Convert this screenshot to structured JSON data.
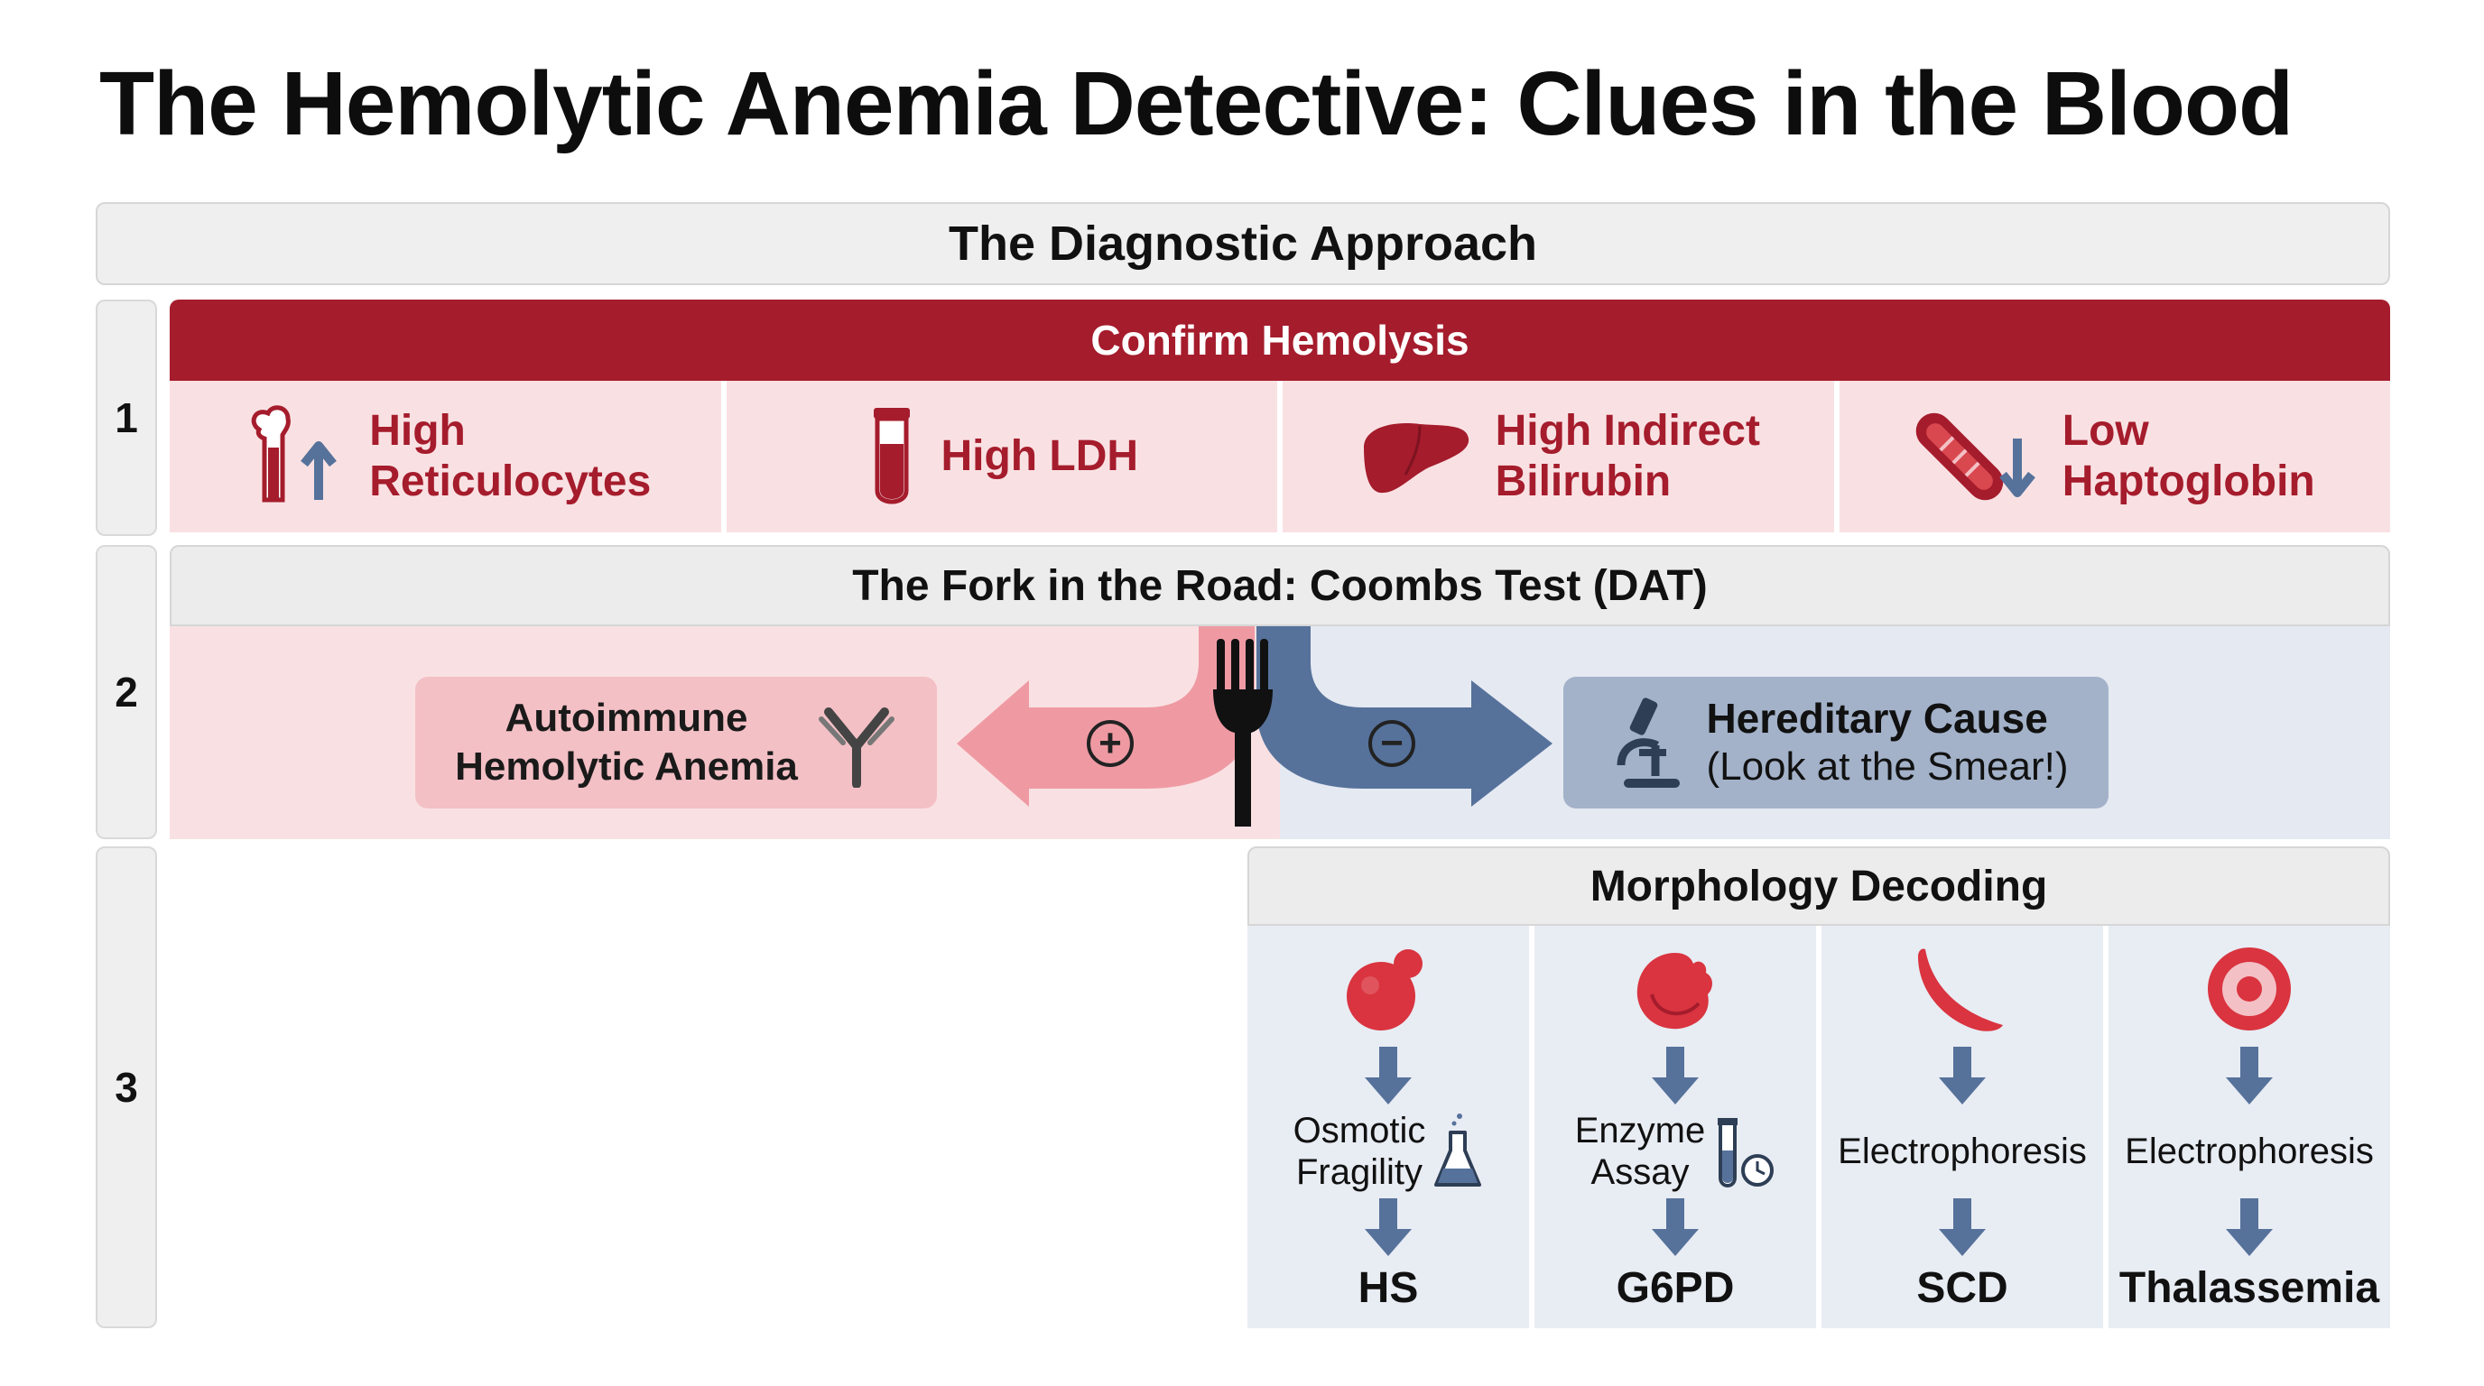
{
  "title": "The Hemolytic Anemia Detective: Clues in the Blood",
  "approach_header": "The Diagnostic Approach",
  "steps": [
    "1",
    "2",
    "3"
  ],
  "section1": {
    "header": "Confirm Hemolysis",
    "findings": [
      {
        "label": "High\nReticulocytes",
        "icon": "bone-marrow-up-arrow-icon"
      },
      {
        "label": "High LDH",
        "icon": "blood-tube-icon"
      },
      {
        "label": "High Indirect\nBilirubin",
        "icon": "liver-icon"
      },
      {
        "label": "Low\nHaptoglobin",
        "icon": "haptoglobin-down-arrow-icon"
      }
    ]
  },
  "section2": {
    "header": "The Fork in the Road: Coombs Test (DAT)",
    "positive": {
      "symbol": "+",
      "label": "Autoimmune\nHemolytic Anemia",
      "icon": "antibody-icon"
    },
    "negative": {
      "symbol": "−",
      "title": "Hereditary Cause",
      "subtitle": "(Look at the Smear!)",
      "icon": "microscope-icon"
    }
  },
  "section3": {
    "header": "Morphology Decoding",
    "columns": [
      {
        "cell": "spherocyte-icon",
        "test": "Osmotic\nFragility",
        "test_icon": "flask-icon",
        "result": "HS"
      },
      {
        "cell": "bite-cell-icon",
        "test": "Enzyme\nAssay",
        "test_icon": "tube-timer-icon",
        "result": "G6PD"
      },
      {
        "cell": "sickle-cell-icon",
        "test": "Electrophoresis",
        "test_icon": "",
        "result": "SCD"
      },
      {
        "cell": "target-cell-icon",
        "test": "Electrophoresis",
        "test_icon": "",
        "result": "Thalassemia"
      }
    ]
  },
  "colors": {
    "crimson": "#a51c2c",
    "pink": "#f9e1e3",
    "steel_blue": "#56729b",
    "light_blue": "#e5e9f1"
  }
}
